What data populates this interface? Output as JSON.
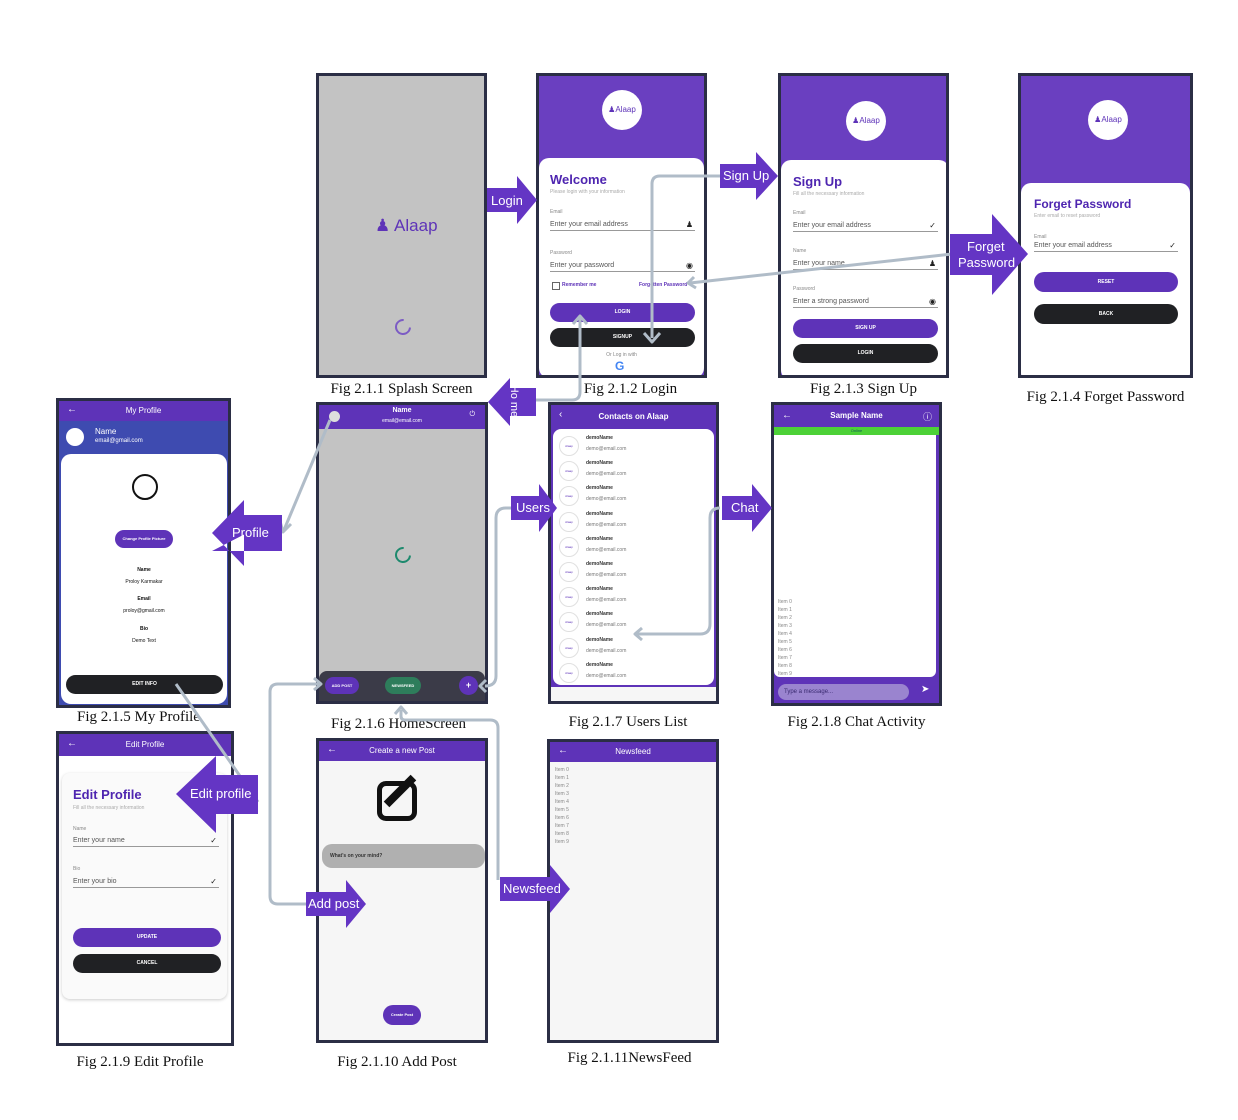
{
  "app_name": "Alaap",
  "colors": {
    "primary": "#5e33b8",
    "dark": "#202124",
    "online": "#4cd137",
    "connector": "#b0bcc8",
    "newsfeed_btn": "#2e7d5b"
  },
  "captions": {
    "splash": "Fig 2.1.1 Splash Screen",
    "login": "Fig 2.1.2 Login",
    "signup": "Fig 2.1.3 Sign Up",
    "forget": "Fig 2.1.4 Forget Password",
    "profile": "Fig 2.1.5 My Profile",
    "home": "Fig 2.1.6 HomeScreen",
    "users": "Fig 2.1.7 Users List",
    "chat": "Fig 2.1.8 Chat Activity",
    "edit": "Fig 2.1.9 Edit Profile",
    "addpost": "Fig 2.1.10 Add Post",
    "newsfeed": "Fig 2.1.11NewsFeed"
  },
  "arrows": {
    "login": "Login",
    "signup": "Sign Up",
    "forget_1": "Forget",
    "forget_2": "Password",
    "home": "Ho me",
    "profile": "Profile",
    "users": "Users",
    "chat": "Chat",
    "edit_profile": "Edit profile",
    "add_post": "Add post",
    "newsfeed": "Newsfeed"
  },
  "login": {
    "title": "Welcome",
    "subtitle": "Please login with your information",
    "email_label": "Email",
    "email_placeholder": "Enter your email address",
    "password_label": "Password",
    "password_placeholder": "Enter your password",
    "remember": "Remember me",
    "forgot": "Forgotten Password",
    "login_btn": "LOGIN",
    "signup_btn": "SIGNUP",
    "or_login": "Or Log in with"
  },
  "signup": {
    "title": "Sign Up",
    "subtitle": "Fill all the necessary information",
    "email_label": "Email",
    "email_placeholder": "Enter your email address",
    "name_label": "Name",
    "name_placeholder": "Enter your name",
    "password_label": "Password",
    "password_placeholder": "Enter a strong password",
    "signup_btn": "SIGN UP",
    "login_btn": "LOGIN"
  },
  "forget": {
    "title": "Forget Password",
    "subtitle": "Enter email to reset password",
    "email_label": "Email",
    "email_placeholder": "Enter your email address",
    "reset_btn": "RESET",
    "back_btn": "BACK"
  },
  "profile": {
    "appbar": "My Profile",
    "header_name": "Name",
    "header_email": "email@gmail.com",
    "change_pic": "Change Profile Picture",
    "name_label": "Name",
    "name_value": "Proloy Karmakar",
    "email_label": "Email",
    "email_value": "proloy@gmail.com",
    "bio_label": "Bio",
    "bio_value": "Demo Text",
    "edit_btn": "EDIT INFO"
  },
  "home": {
    "name": "Name",
    "email": "email@email.com",
    "add_post": "ADD POST",
    "newsfeed": "NEWSFEED",
    "plus": "+"
  },
  "users": {
    "appbar": "Contacts on Alaap",
    "contacts": [
      {
        "name": "demoName",
        "email": "demo@email.com"
      },
      {
        "name": "demoName",
        "email": "demo@email.com"
      },
      {
        "name": "demoName",
        "email": "demo@email.com"
      },
      {
        "name": "demoName",
        "email": "demo@email.com"
      },
      {
        "name": "demoName",
        "email": "demo@email.com"
      },
      {
        "name": "demoName",
        "email": "demo@email.com"
      },
      {
        "name": "demoName",
        "email": "demo@email.com"
      },
      {
        "name": "demoName",
        "email": "demo@email.com"
      },
      {
        "name": "demoName",
        "email": "demo@email.com"
      },
      {
        "name": "demoName",
        "email": "demo@email.com"
      }
    ]
  },
  "chat": {
    "appbar": "Sample Name",
    "status": "Online",
    "items": [
      "Item 0",
      "Item 1",
      "Item 2",
      "Item 3",
      "Item 4",
      "Item 5",
      "Item 6",
      "Item 7",
      "Item 8",
      "Item 9"
    ],
    "input_placeholder": "Type a message..."
  },
  "edit": {
    "appbar": "Edit Profile",
    "title": "Edit Profile",
    "subtitle": "Fill all the necessary information",
    "name_label": "Name",
    "name_placeholder": "Enter your name",
    "bio_label": "Bio",
    "bio_placeholder": "Enter your bio",
    "update_btn": "UPDATE",
    "cancel_btn": "CANCEL"
  },
  "addpost": {
    "appbar": "Create a new Post",
    "prompt": "What's on your mind?",
    "create_btn": "Create Post"
  },
  "newsfeed": {
    "appbar": "Newsfeed",
    "items": [
      "Item 0",
      "Item 1",
      "Item 2",
      "Item 3",
      "Item 4",
      "Item 5",
      "Item 6",
      "Item 7",
      "Item 8",
      "Item 9"
    ]
  }
}
